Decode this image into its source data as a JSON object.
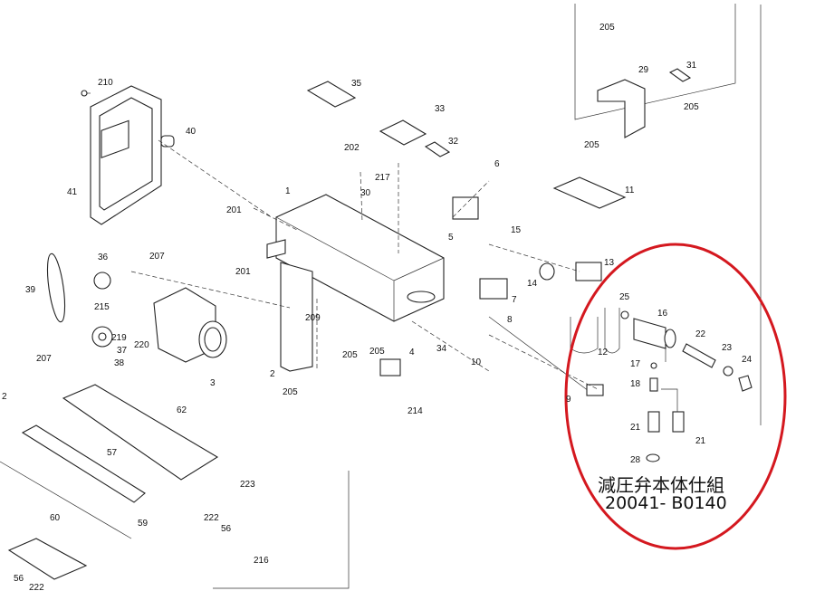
{
  "callout": {
    "title": "減圧弁本体仕組",
    "part_no": "20041- B0140"
  },
  "labels": [
    {
      "id": "n205a",
      "text": "205"
    },
    {
      "id": "n29",
      "text": "29"
    },
    {
      "id": "n31",
      "text": "31"
    },
    {
      "id": "n205b",
      "text": "205"
    },
    {
      "id": "n210",
      "text": "210"
    },
    {
      "id": "n35",
      "text": "35"
    },
    {
      "id": "n33",
      "text": "33"
    },
    {
      "id": "n40",
      "text": "40"
    },
    {
      "id": "n32",
      "text": "32"
    },
    {
      "id": "n205c",
      "text": "205"
    },
    {
      "id": "n202",
      "text": "202"
    },
    {
      "id": "n6",
      "text": "6"
    },
    {
      "id": "n41",
      "text": "41"
    },
    {
      "id": "n217",
      "text": "217"
    },
    {
      "id": "n30",
      "text": "30"
    },
    {
      "id": "n1",
      "text": "1"
    },
    {
      "id": "n5",
      "text": "5"
    },
    {
      "id": "n11",
      "text": "11"
    },
    {
      "id": "n201a",
      "text": "201"
    },
    {
      "id": "n15",
      "text": "15"
    },
    {
      "id": "n36",
      "text": "36"
    },
    {
      "id": "n207a",
      "text": "207"
    },
    {
      "id": "n39",
      "text": "39"
    },
    {
      "id": "n201b",
      "text": "201"
    },
    {
      "id": "n13",
      "text": "13"
    },
    {
      "id": "n14",
      "text": "14"
    },
    {
      "id": "n7",
      "text": "7"
    },
    {
      "id": "n25",
      "text": "25"
    },
    {
      "id": "n215",
      "text": "215"
    },
    {
      "id": "n209",
      "text": "209"
    },
    {
      "id": "n16",
      "text": "16"
    },
    {
      "id": "n219",
      "text": "219"
    },
    {
      "id": "n220",
      "text": "220"
    },
    {
      "id": "n8",
      "text": "8"
    },
    {
      "id": "n22",
      "text": "22"
    },
    {
      "id": "n207b",
      "text": "207"
    },
    {
      "id": "n37",
      "text": "37"
    },
    {
      "id": "n38",
      "text": "38"
    },
    {
      "id": "n205d",
      "text": "205"
    },
    {
      "id": "n34",
      "text": "34"
    },
    {
      "id": "n4",
      "text": "4"
    },
    {
      "id": "n12",
      "text": "12"
    },
    {
      "id": "n23",
      "text": "23"
    },
    {
      "id": "n24",
      "text": "24"
    },
    {
      "id": "n2",
      "text": "2"
    },
    {
      "id": "n3",
      "text": "3"
    },
    {
      "id": "n205e",
      "text": "205"
    },
    {
      "id": "n10",
      "text": "10"
    },
    {
      "id": "n17",
      "text": "17"
    },
    {
      "id": "n205f",
      "text": "205"
    },
    {
      "id": "n18",
      "text": "18"
    },
    {
      "id": "n9",
      "text": "9"
    },
    {
      "id": "n214",
      "text": "214"
    },
    {
      "id": "n2b",
      "text": "2"
    },
    {
      "id": "n62",
      "text": "62"
    },
    {
      "id": "n21a",
      "text": "21"
    },
    {
      "id": "n21b",
      "text": "21"
    },
    {
      "id": "n57",
      "text": "57"
    },
    {
      "id": "n28",
      "text": "28"
    },
    {
      "id": "n223",
      "text": "223"
    },
    {
      "id": "n60",
      "text": "60"
    },
    {
      "id": "n59",
      "text": "59"
    },
    {
      "id": "n222a",
      "text": "222"
    },
    {
      "id": "n56a",
      "text": "56"
    },
    {
      "id": "n216",
      "text": "216"
    },
    {
      "id": "n56b",
      "text": "56"
    },
    {
      "id": "n222b",
      "text": "222"
    }
  ],
  "colors": {
    "callout_ring": "#d4181f",
    "ink": "#222222"
  }
}
